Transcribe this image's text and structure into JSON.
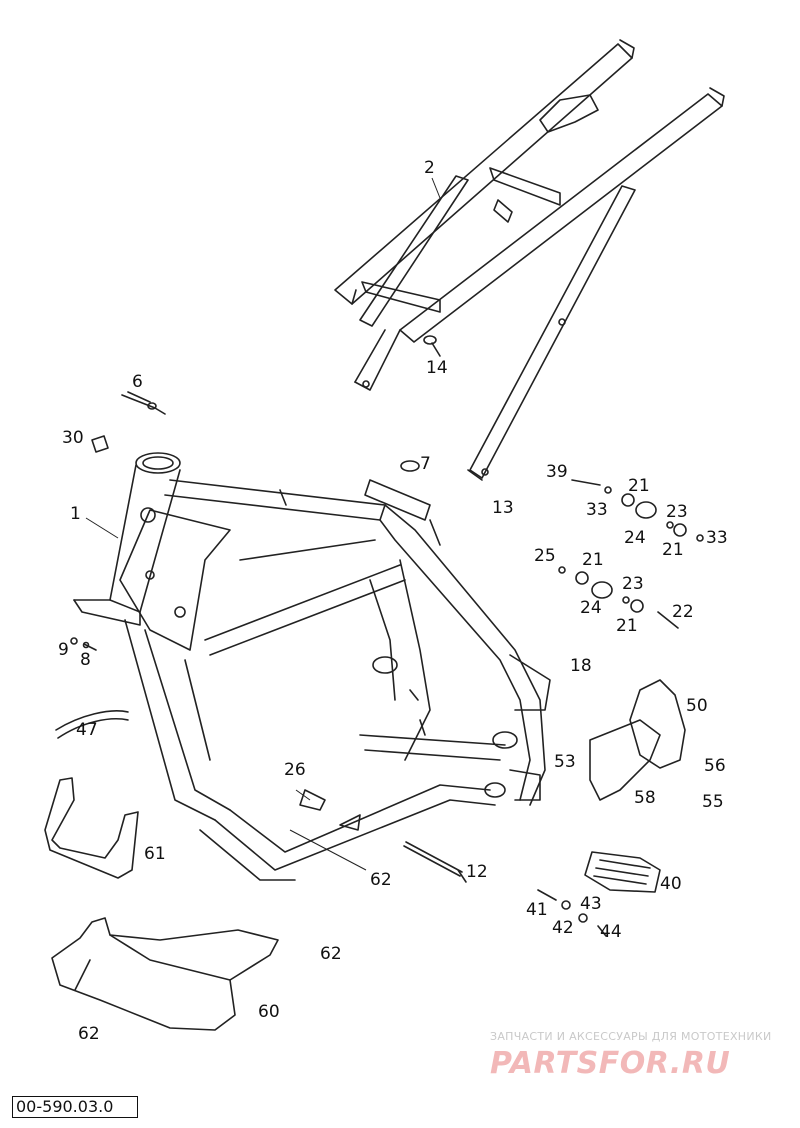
{
  "diagram_code": "00-590.03.0",
  "callouts": [
    "1",
    "2",
    "6",
    "7",
    "8",
    "9",
    "12",
    "13",
    "14",
    "18",
    "21",
    "21",
    "21",
    "21",
    "22",
    "23",
    "23",
    "24",
    "24",
    "25",
    "26",
    "30",
    "33",
    "33",
    "39",
    "40",
    "41",
    "42",
    "43",
    "44",
    "47",
    "50",
    "53",
    "55",
    "56",
    "58",
    "60",
    "61",
    "62",
    "62",
    "62"
  ],
  "watermark": {
    "caption": "ЗАПЧАСТИ И АКСЕССУАРЫ ДЛЯ МОТОТЕХНИКИ",
    "logo": "PARTSFOR.RU",
    "color": "#e88a8a"
  },
  "parts_colors": {
    "line": "#222222",
    "background": "#ffffff"
  }
}
